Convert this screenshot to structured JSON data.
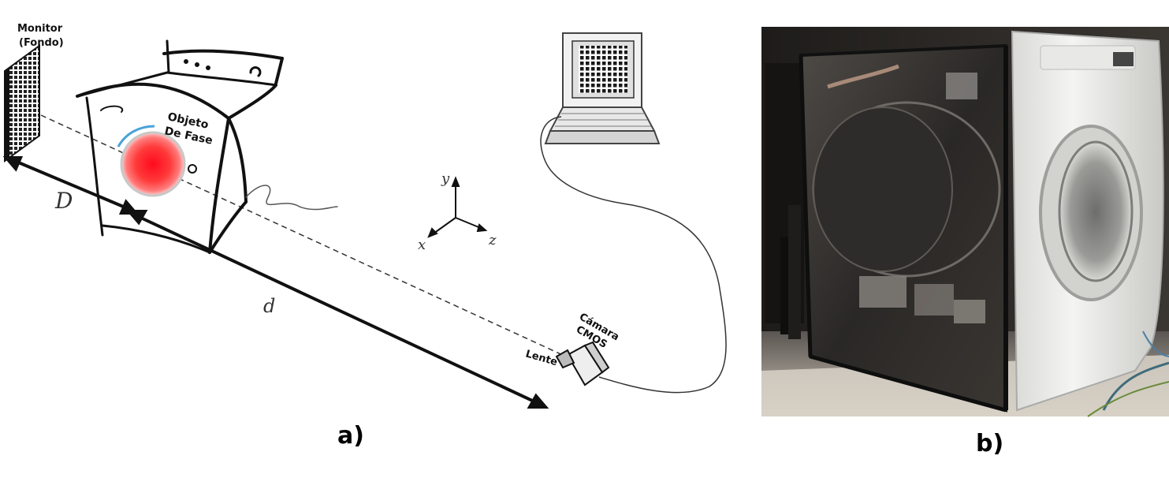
{
  "panel_a": {
    "caption": "a)",
    "labels": {
      "monitor_line1": "Monitor",
      "monitor_line2": "(Fondo)",
      "object_line1": "Objeto",
      "object_line2": "De Fase",
      "camera_line1": "Cámara",
      "camera_line2": "CMOS",
      "lens": "Lente",
      "distance_D": "D",
      "distance_d": "d",
      "axis_x": "x",
      "axis_y": "y",
      "axis_z": "z"
    },
    "icons": [
      "monitor-icon",
      "washing-machine-icon",
      "phase-object-icon",
      "laptop-icon",
      "camera-icon"
    ],
    "colors": {
      "phase_object": "#ff2a2a",
      "door_arc": "#4aa3d8"
    }
  },
  "panel_b": {
    "caption": "b)",
    "image": "photo-transparent-washing-machine"
  }
}
